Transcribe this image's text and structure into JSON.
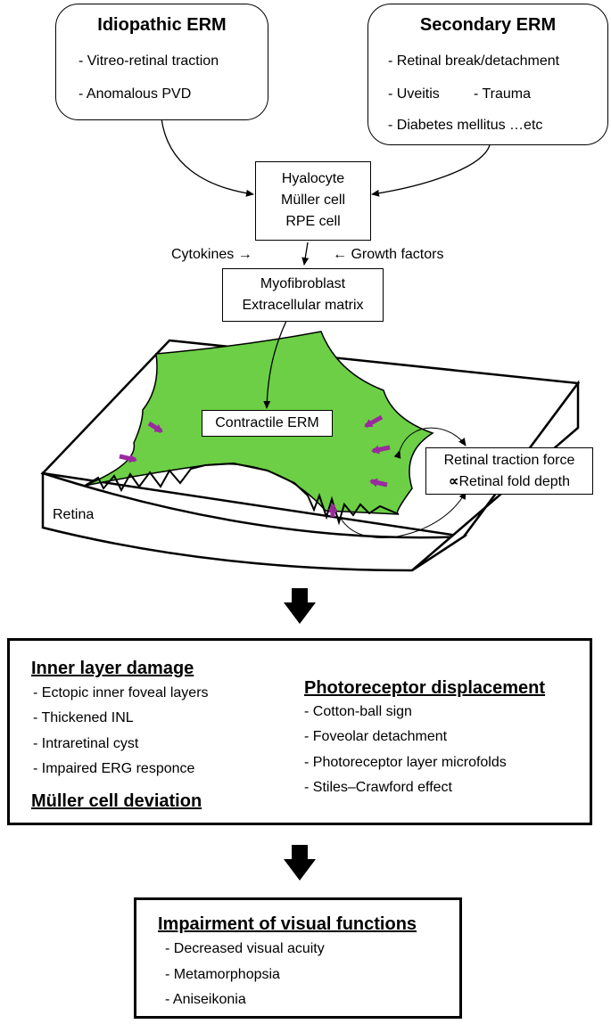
{
  "idiopathic": {
    "title": "Idiopathic ERM",
    "items": [
      "- Vitreo-retinal traction",
      "- Anomalous PVD"
    ]
  },
  "secondary": {
    "title": "Secondary ERM",
    "items": [
      "- Retinal break/detachment",
      "- Uveitis",
      "- Trauma",
      "- Diabetes mellitus …etc"
    ]
  },
  "cells": {
    "lines": [
      "Hyalocyte",
      "Müller cell",
      "RPE cell"
    ]
  },
  "cytokines_label": "Cytokines →",
  "growth_factors_label": "← Growth factors",
  "myofibroblast": {
    "lines": [
      "Myofibroblast",
      "Extracellular matrix"
    ]
  },
  "contractile_label": "Contractile ERM",
  "traction": {
    "line1": "Retinal traction force",
    "symbol": "∝",
    "line2": "Retinal fold depth"
  },
  "retina_label": "Retina",
  "damage": {
    "inner_title": "Inner layer damage",
    "inner_items": [
      "- Ectopic inner foveal layers",
      "- Thickened INL",
      "- Intraretinal cyst",
      "- Impaired ERG responce"
    ],
    "muller_title": "Müller cell deviation",
    "photo_title": "Photoreceptor displacement",
    "photo_items": [
      "- Cotton-ball sign",
      "- Foveolar detachment",
      "- Photoreceptor layer microfolds",
      "- Stiles–Crawford effect"
    ]
  },
  "impairment": {
    "title": "Impairment of visual functions",
    "items": [
      "- Decreased visual acuity",
      "- Metamorphopsia",
      "- Aniseikonia"
    ]
  },
  "colors": {
    "erm_green": "#6ccf45",
    "arrow_purple": "#9a2a9e"
  }
}
